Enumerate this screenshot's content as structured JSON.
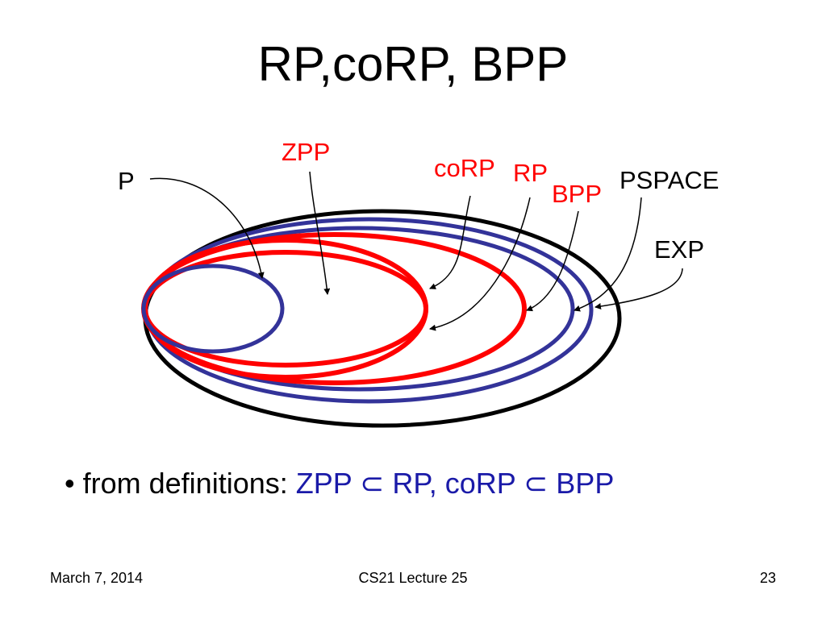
{
  "title": "RP,coRP, BPP",
  "diagram": {
    "labels": {
      "p": "P",
      "zpp": "ZPP",
      "corp": "coRP",
      "rp": "RP",
      "bpp": "BPP",
      "pspace": "PSPACE",
      "exp": "EXP"
    },
    "colors": {
      "black": "#000000",
      "blue": "#333399",
      "red": "#ff0000"
    }
  },
  "bullet": {
    "marker": "•",
    "lead": "from definitions:",
    "zpp": "ZPP",
    "subset1": "⊂",
    "rp_corp": "RP, coRP",
    "subset2": "⊂",
    "bpp": "BPP"
  },
  "footer": {
    "date": "March 7, 2014",
    "course": "CS21 Lecture 25",
    "page": "23"
  }
}
